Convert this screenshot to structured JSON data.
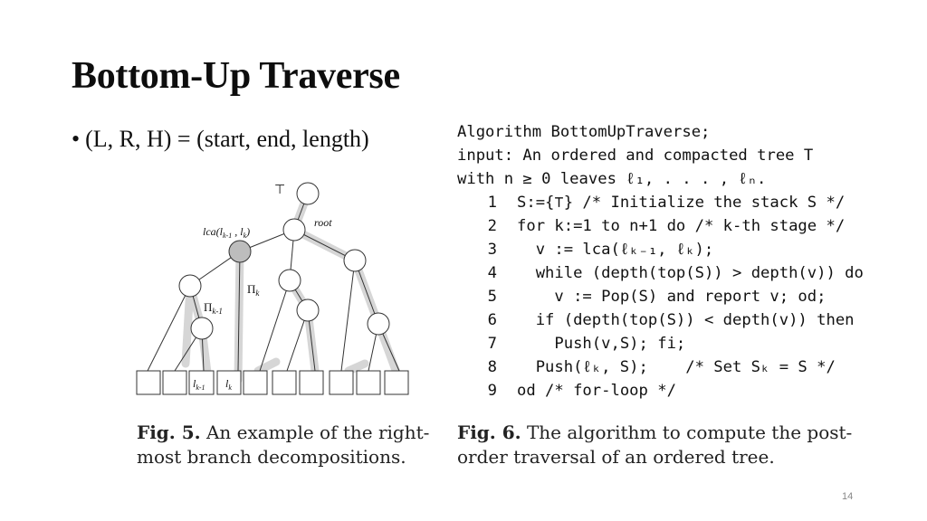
{
  "slide": {
    "title": "Bottom-Up Traverse",
    "bullet": "(L, R, H) = (start, end, length)",
    "page_number": "14"
  },
  "figure5": {
    "labels": {
      "top": "⊤",
      "root": "root",
      "lca": "lca(l",
      "lca_sub1": "k-1",
      "lca_mid": " , l",
      "lca_sub2": "k",
      "lca_end": ")",
      "pi_k": "Π",
      "pi_k_sub": "k",
      "pi_k1": "Π",
      "pi_k1_sub": "k-1",
      "leaf_k1": "l",
      "leaf_k1_sub": "k-1",
      "leaf_k": "l",
      "leaf_k_sub": "k"
    },
    "caption_label": "Fig. 5.",
    "caption_text": "An example of the right-most branch decompositions."
  },
  "algorithm": {
    "header1": "Algorithm BottomUpTraverse;",
    "header2": "input: An ordered and compacted tree T",
    "header3": "with n ≥ 0 leaves ℓ₁, . . . , ℓₙ.",
    "lines": [
      {
        "num": "1",
        "code": "S:={⊤} /* Initialize the stack S */"
      },
      {
        "num": "2",
        "code": "for k:=1 to n+1 do /* k-th stage */"
      },
      {
        "num": "3",
        "code": "  v := lca(ℓₖ₋₁, ℓₖ);"
      },
      {
        "num": "4",
        "code": "  while (depth(top(S)) > depth(v)) do"
      },
      {
        "num": "5",
        "code": "    v := Pop(S) and report v; od;"
      },
      {
        "num": "6",
        "code": "  if (depth(top(S)) < depth(v)) then"
      },
      {
        "num": "7",
        "code": "    Push(v,S); fi;"
      },
      {
        "num": "8",
        "code": "  Push(ℓₖ, S);    /* Set Sₖ = S */"
      },
      {
        "num": "9",
        "code": "od /* for-loop */"
      }
    ],
    "caption_label": "Fig. 6.",
    "caption_text": "The algorithm to compute the post-order traversal of an ordered tree."
  }
}
